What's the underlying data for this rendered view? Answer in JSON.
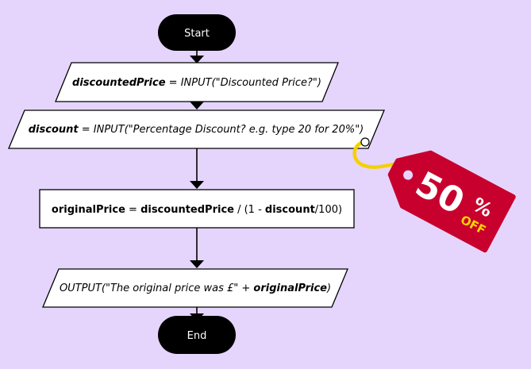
{
  "flowchart": {
    "start": {
      "label": "Start"
    },
    "input1": {
      "var": "discountedPrice",
      "op": " = ",
      "call": "INPUT(\"Discounted Price?\")"
    },
    "input2": {
      "var": "discount",
      "op": " = ",
      "call": "INPUT(\"Percentage Discount? e.g. type 20 for 20%\")"
    },
    "process": {
      "target": "originalPrice",
      "eq": " = ",
      "operand1": "discountedPrice",
      "mid": " / (1 - ",
      "operand2": "discount",
      "tail": "/100)"
    },
    "output": {
      "prefix": "OUTPUT(\"The original price was £\" + ",
      "var": "originalPrice",
      "suffix": ")"
    },
    "end": {
      "label": "End"
    }
  },
  "sale_tag": {
    "number": "50",
    "percent": "%",
    "off": "OFF",
    "colors": {
      "tag": "#c8002d",
      "text": "#ffffff",
      "accent": "#ffd400",
      "string": "#f5d000"
    }
  }
}
